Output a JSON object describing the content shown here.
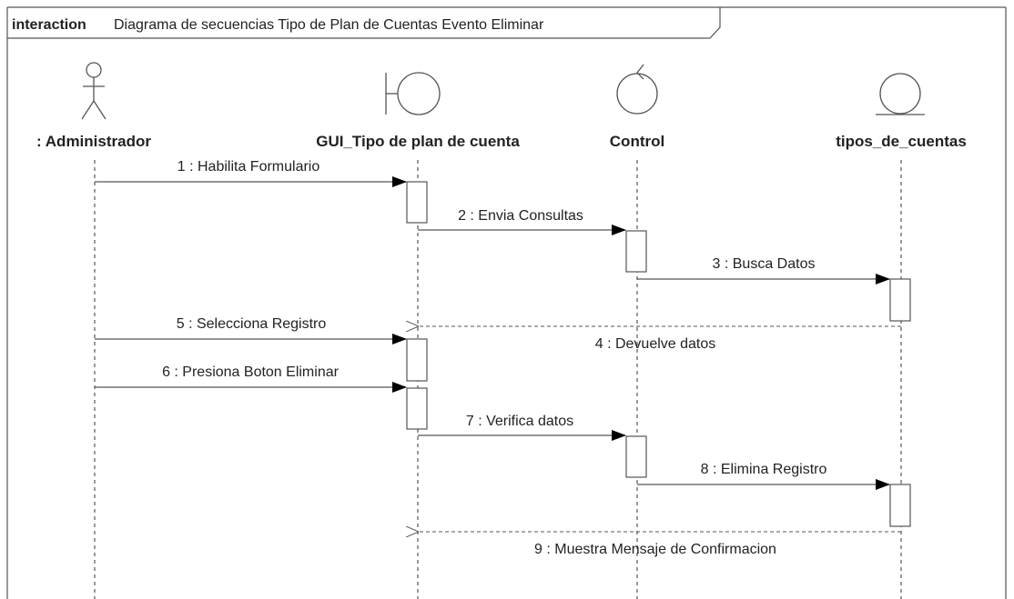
{
  "frame": {
    "keyword": "interaction",
    "title": "Diagrama de secuencias Tipo de Plan de Cuentas Evento Eliminar"
  },
  "lifelines": [
    {
      "id": "administrador",
      "name": ": Administrador",
      "icon": "actor-icon"
    },
    {
      "id": "gui",
      "name": "GUI_Tipo de plan de cuenta",
      "icon": "boundary-icon"
    },
    {
      "id": "control",
      "name": "Control",
      "icon": "control-icon"
    },
    {
      "id": "tipos",
      "name": "tipos_de_cuentas",
      "icon": "entity-icon"
    }
  ],
  "messages": [
    {
      "label": "1 : Habilita Formulario",
      "from": "administrador",
      "to": "gui",
      "kind": "sync"
    },
    {
      "label": "2 : Envia Consultas",
      "from": "gui",
      "to": "control",
      "kind": "sync"
    },
    {
      "label": "3 : Busca Datos",
      "from": "control",
      "to": "tipos",
      "kind": "sync"
    },
    {
      "label": "4 : Devuelve datos",
      "from": "tipos",
      "to": "gui",
      "kind": "return"
    },
    {
      "label": "5 : Selecciona Registro",
      "from": "administrador",
      "to": "gui",
      "kind": "sync"
    },
    {
      "label": "6 : Presiona  Boton Eliminar",
      "from": "administrador",
      "to": "gui",
      "kind": "sync"
    },
    {
      "label": "7 : Verifica datos",
      "from": "gui",
      "to": "control",
      "kind": "sync"
    },
    {
      "label": "8 : Elimina Registro",
      "from": "control",
      "to": "tipos",
      "kind": "sync"
    },
    {
      "label": "9 : Muestra Mensaje de Confirmacion",
      "from": "tipos",
      "to": "gui",
      "kind": "return"
    }
  ]
}
